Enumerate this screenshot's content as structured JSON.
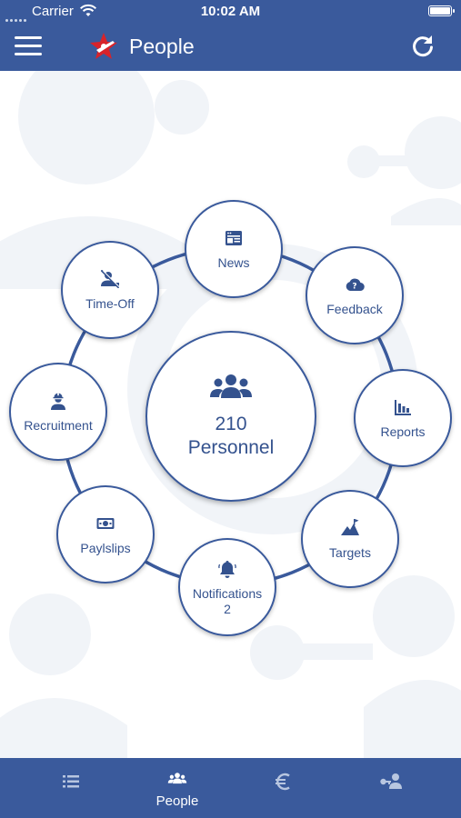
{
  "status_bar": {
    "carrier": "Carrier",
    "time": "10:02 AM"
  },
  "header": {
    "title": "People",
    "logo_icon": "plane-star-logo",
    "menu_icon": "hamburger-menu-icon",
    "refresh_icon": "refresh-icon"
  },
  "center": {
    "icon": "people-group-icon",
    "count": "210",
    "label": "Personnel"
  },
  "menu_items": [
    {
      "label": "News",
      "icon": "news-icon"
    },
    {
      "label": "Feedback",
      "icon": "cloud-question-icon"
    },
    {
      "label": "Reports",
      "icon": "bar-chart-icon"
    },
    {
      "label": "Targets",
      "icon": "mountain-flag-icon"
    },
    {
      "label": "Notifications",
      "sub": "2",
      "icon": "bell-icon"
    },
    {
      "label": "Paylslips",
      "icon": "banknote-icon"
    },
    {
      "label": "Recruitment",
      "icon": "worker-helmet-icon"
    },
    {
      "label": "Time-Off",
      "icon": "person-off-icon"
    }
  ],
  "tabs": [
    {
      "label": "",
      "icon": "list-icon"
    },
    {
      "label": "People",
      "icon": "people-icon",
      "active": true
    },
    {
      "label": "",
      "icon": "euro-icon"
    },
    {
      "label": "",
      "icon": "key-person-icon"
    }
  ],
  "colors": {
    "primary": "#3a5a9c",
    "text": "#34528e",
    "logo_red": "#d8232a"
  }
}
